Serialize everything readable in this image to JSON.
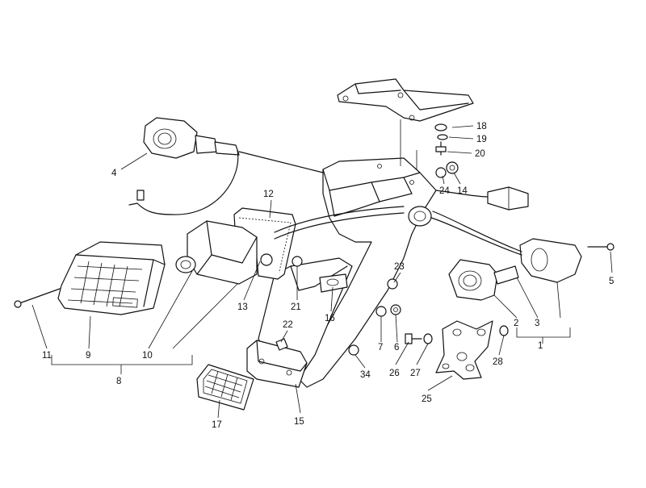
{
  "callouts": [
    {
      "id": "c1",
      "label": "1"
    },
    {
      "id": "c2",
      "label": "2"
    },
    {
      "id": "c3",
      "label": "3"
    },
    {
      "id": "c4",
      "label": "4"
    },
    {
      "id": "c5",
      "label": "5"
    },
    {
      "id": "c6",
      "label": "6"
    },
    {
      "id": "c7",
      "label": "7"
    },
    {
      "id": "c8",
      "label": "8"
    },
    {
      "id": "c9",
      "label": "9"
    },
    {
      "id": "c10",
      "label": "10"
    },
    {
      "id": "c11",
      "label": "11"
    },
    {
      "id": "c12",
      "label": "12"
    },
    {
      "id": "c13",
      "label": "13"
    },
    {
      "id": "c14",
      "label": "14"
    },
    {
      "id": "c15",
      "label": "15"
    },
    {
      "id": "c16",
      "label": "16"
    },
    {
      "id": "c17",
      "label": "17"
    },
    {
      "id": "c18",
      "label": "18"
    },
    {
      "id": "c19",
      "label": "19"
    },
    {
      "id": "c20",
      "label": "20"
    },
    {
      "id": "c21",
      "label": "21"
    },
    {
      "id": "c22",
      "label": "22"
    },
    {
      "id": "c23",
      "label": "23"
    },
    {
      "id": "c24",
      "label": "24"
    },
    {
      "id": "c25",
      "label": "25"
    },
    {
      "id": "c26",
      "label": "26"
    },
    {
      "id": "c27",
      "label": "27"
    },
    {
      "id": "c28",
      "label": "28"
    },
    {
      "id": "c34",
      "label": "34"
    }
  ]
}
